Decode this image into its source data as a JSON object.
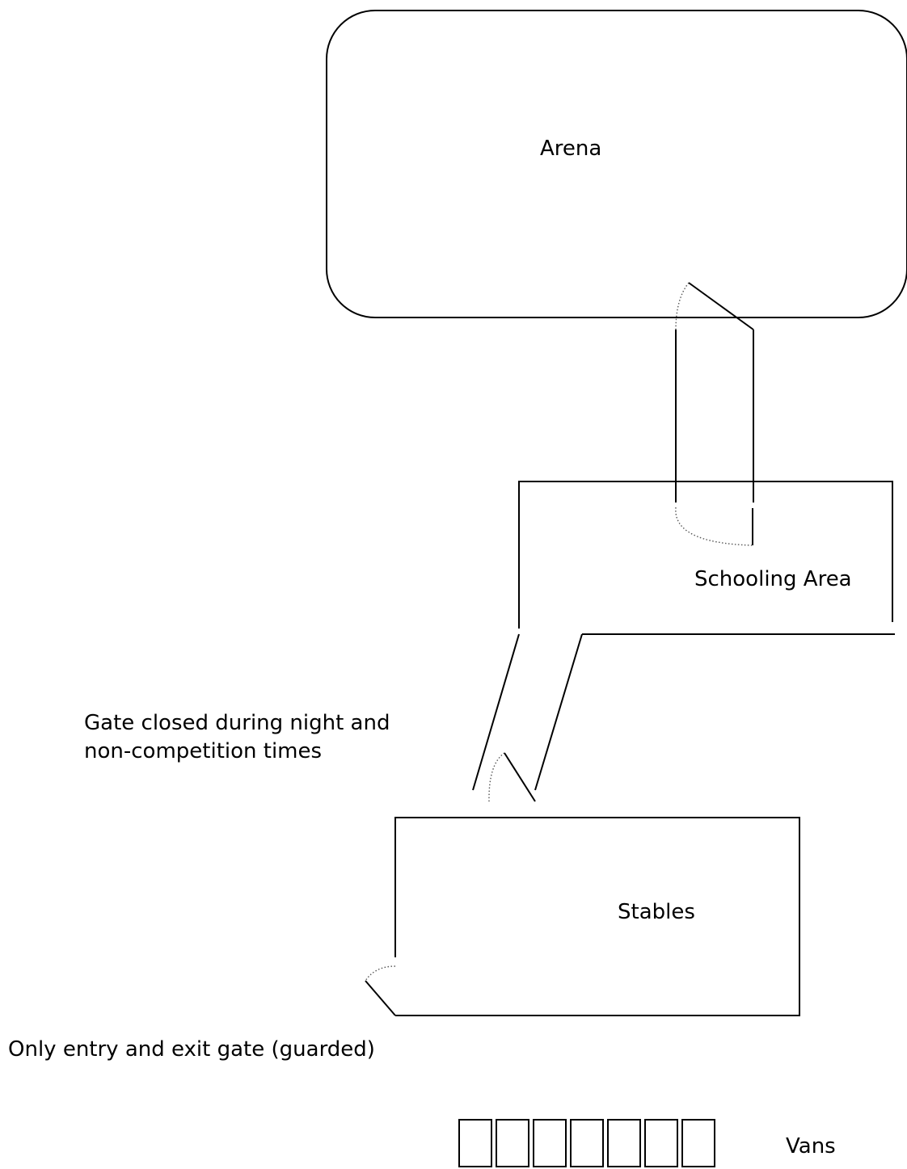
{
  "labels": {
    "arena": "Arena",
    "schooling_area": "Schooling Area",
    "gate_note_line1": "Gate closed during night and",
    "gate_note_line2": "non-competition times",
    "stables": "Stables",
    "entry_gate_note": "Only entry and exit gate (guarded)",
    "vans": "Vans"
  },
  "van_count": 7
}
